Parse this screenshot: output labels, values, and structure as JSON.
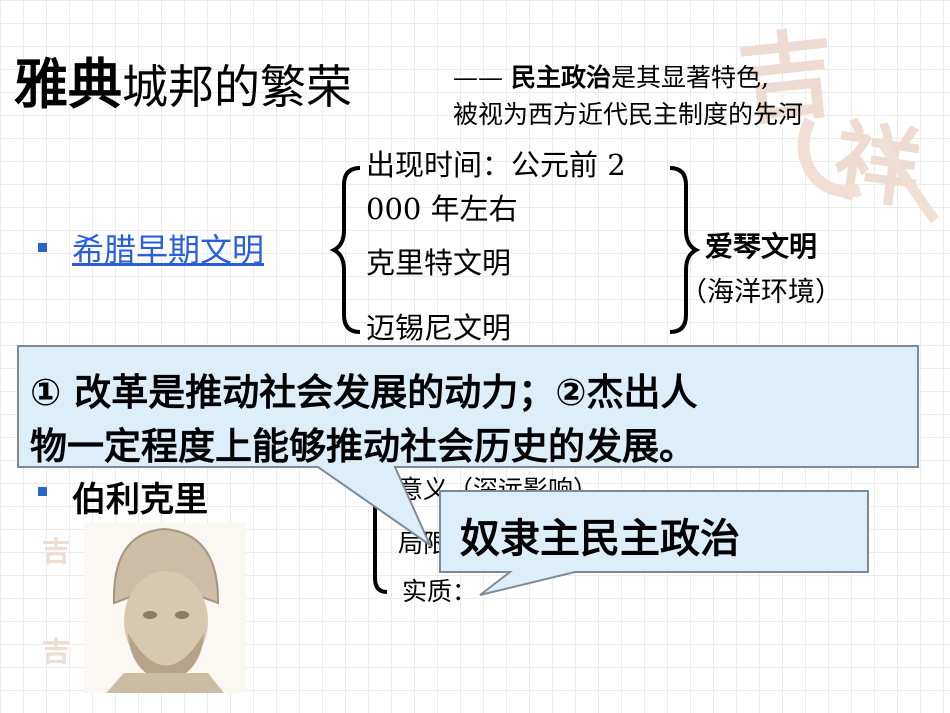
{
  "title": {
    "bold": "雅典",
    "rest": "城邦的繁荣",
    "dash": "——",
    "subtitle_bold": "民主政治",
    "subtitle_rest": "是其显著特色,",
    "subtitle_line2": "被视为西方近代民主制度的先河"
  },
  "early_civilization": {
    "bullet_label": "希腊早期文明",
    "time_line1": "出现时间：公元前 2",
    "time_line2": "000 年左右",
    "crete": "克里特文明",
    "mycenae": "迈锡尼文明",
    "aegean": "爱琴文明",
    "environment": "（海洋环境）"
  },
  "pericles": {
    "bullet_label": "伯利克里",
    "significance": "意义（深远影响）",
    "limitation": "局限",
    "essence": "实质："
  },
  "callouts": {
    "reform_line1": "① 改革是推动社会发展的动力；②杰出人",
    "reform_line2": "物一定程度上能够推动社会历史的发展。",
    "democracy": "奴隶主民主政治"
  },
  "watermark": {
    "char1": "吉",
    "char2": "祥"
  },
  "colors": {
    "link_blue": "#2b5fd9",
    "bullet_blue": "#2a66c8",
    "callout_fill": "#dbeefa",
    "watermark": "#eedcd3"
  }
}
